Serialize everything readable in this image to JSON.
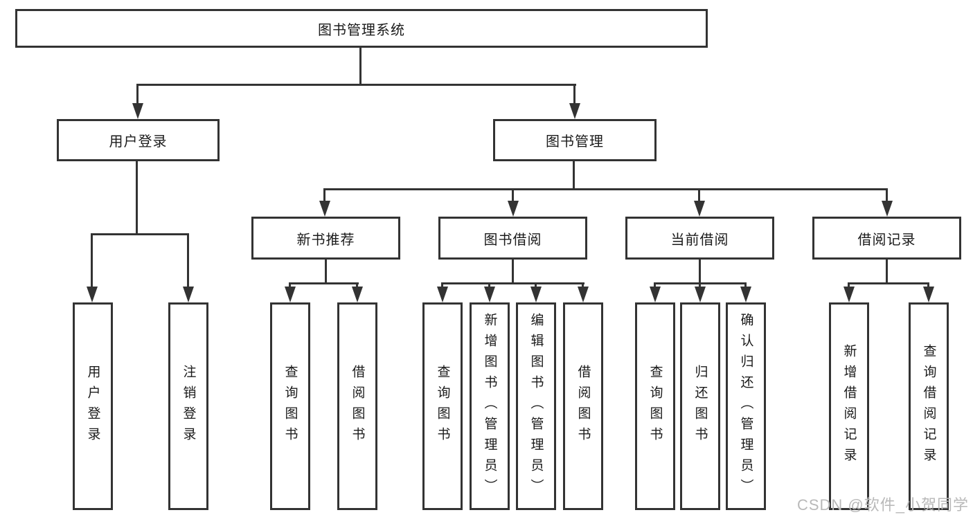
{
  "diagram": {
    "root": {
      "label": "图书管理系统"
    },
    "branches": [
      {
        "label": "用户登录",
        "children": [
          {
            "label": "用户登录"
          },
          {
            "label": "注销登录"
          }
        ]
      },
      {
        "label": "图书管理",
        "children": [
          {
            "label": "新书推荐",
            "children": [
              {
                "label": "查询图书"
              },
              {
                "label": "借阅图书"
              }
            ]
          },
          {
            "label": "图书借阅",
            "children": [
              {
                "label": "查询图书"
              },
              {
                "label": "新增图书（管理员）"
              },
              {
                "label": "编辑图书（管理员）"
              },
              {
                "label": "借阅图书"
              }
            ]
          },
          {
            "label": "当前借阅",
            "children": [
              {
                "label": "查询图书"
              },
              {
                "label": "归还图书"
              },
              {
                "label": "确认归还（管理员）"
              }
            ]
          },
          {
            "label": "借阅记录",
            "children": [
              {
                "label": "新增借阅记录"
              },
              {
                "label": "查询借阅记录"
              }
            ]
          }
        ]
      }
    ]
  },
  "watermark": {
    "text": "CSDN @软件_小贺同学"
  },
  "colors": {
    "line": "#333333",
    "box_border": "#333333",
    "box_background": "#ffffff",
    "text": "#1a1a1a",
    "watermark": "#b9b9b9",
    "page_background": "#ffffff"
  }
}
